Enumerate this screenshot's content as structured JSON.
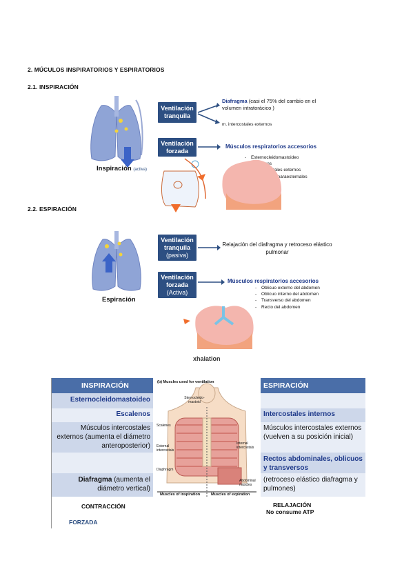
{
  "section": {
    "title": "2. MÚCULOS INSPIRATORIOS Y ESPIRATORIOS",
    "insp_heading": "2.1. INSPIRACIÓN",
    "esp_heading": "2.2. ESPIRACIÓN"
  },
  "insp": {
    "box_tranquila": "Ventilación tranquila",
    "diafragma_bold": "Diafragma",
    "diafragma_rest": "(casi el 75% del cambio en el volumen intratorácico )",
    "intercostales": "m. intercostales externos",
    "box_forzada": "Ventilación forzada",
    "accesorios": "Músculos respiratorios accesorios",
    "list": [
      "Esternocleidomastoideo",
      "Escalenos",
      "m. intercostales externos",
      "Intercostales paraesternales"
    ],
    "label": "Inspiración",
    "label_sub": "(activa)"
  },
  "esp": {
    "box_tranquila_l1": "Ventilación",
    "box_tranquila_l2": "tranquila",
    "box_tranquila_sub": "(pasiva)",
    "relajacion": "Relajación del diafragma y retroceso elástico pulmonar",
    "box_forzada_l1": "Ventilación",
    "box_forzada_l2": "forzada",
    "box_forzada_sub": "(Activa)",
    "accesorios": "Músculos respiratorios accesorios",
    "list": [
      "Oblicuo externo del abdomen",
      "Oblicuo interno del abdomen",
      "Transverso del abdomen",
      "Recto del abdomen"
    ],
    "label": "Espiración",
    "exhalation": "xhalation"
  },
  "table": {
    "head_left": "INSPIRACIÓN",
    "head_right": "ESPIRACIÓN",
    "left": {
      "r1": "Esternocleidomastoideo",
      "r2": "Escalenos",
      "r3": "Músculos intercostales externos (aumenta el diámetro anteroposterior)",
      "r5_bold": "Diafragma",
      "r5_rest": "(aumenta el diámetro vertical)"
    },
    "right": {
      "r2": "Intercostales internos",
      "r3": "Músculos intercostales externos (vuelven a su posición inicial)",
      "r4": "Rectos abdominales, oblicuos y transversos",
      "r5": "(retroceso elástico diafragma y pulmones)"
    },
    "figure": {
      "caption": "(b) Muscles used for ventilation",
      "scm": "Sternocleido-mastoid",
      "scalenes": "Scalenes",
      "ext_ic": "External intercostals",
      "int_ic": "Internal intercostals",
      "diaphragm": "Diaphragm",
      "abdominal": "Abdominal muscles",
      "foot_left": "Muscles of inspiration",
      "foot_right": "Muscles of expiration"
    },
    "contraccion": "CONTRACCIÓN",
    "relajacion": "RELAJACIÓN",
    "no_atp": "No consume ATP",
    "forzada": "FORZADA"
  },
  "colors": {
    "box_blue": "#2d4f82",
    "header_blue": "#4a6ea8",
    "light_blue": "#cdd7ea",
    "title_blue": "#1f3a8a"
  }
}
